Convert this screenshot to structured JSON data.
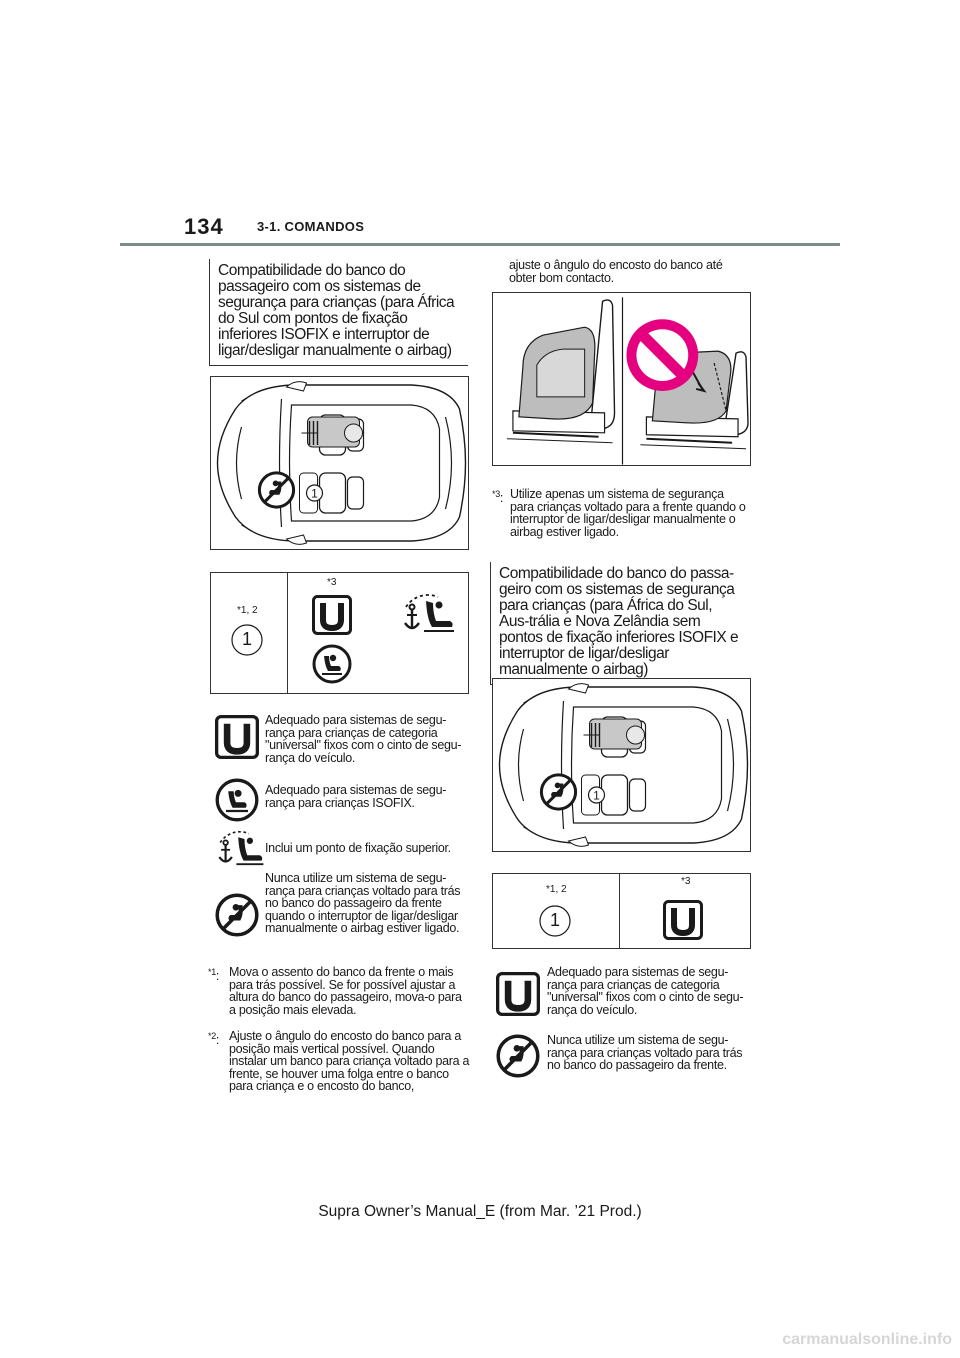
{
  "header": {
    "page_number": "134",
    "section": "3-1. COMANDOS"
  },
  "left": {
    "heading": "Compatibilidade do banco do passageiro com os sistemas de segurança para crianças (para África do Sul com pontos de fixação inferiores ISOFIX e interruptor de ligar/desligar manualmente o airbag)",
    "table": {
      "col1_note": "*1, 2",
      "col2_note": "*3",
      "badge": "1",
      "u_letter": "U"
    },
    "legend": [
      {
        "icon": "universal-u-icon",
        "text": "Adequado para sistemas de segu-rança para crianças de categoria \"universal\" fixos com o cinto de segu-rança do veículo."
      },
      {
        "icon": "isofix-seat-icon",
        "text": "Adequado para sistemas de segu-rança para crianças ISOFIX."
      },
      {
        "icon": "top-tether-anchor-icon",
        "text": "Inclui um ponto de fixação superior."
      },
      {
        "icon": "prohibited-rear-facing-icon",
        "text": "Nunca utilize um sistema de segu-rança para crianças voltado para trás no banco do passageiro da frente quando o interruptor de ligar/desligar manualmente o airbag estiver ligado."
      }
    ],
    "footnotes": [
      {
        "mark": "*1",
        "text": "Mova o assento do banco da frente o mais para trás possível. Se for possível ajustar a altura do banco do passageiro, mova-o para a posição mais elevada."
      },
      {
        "mark": "*2",
        "text": "Ajuste o ângulo do encosto do banco para a posição mais vertical possível. Quando instalar um banco para criança voltado para a frente, se houver uma folga entre o banco para criança e o encosto do banco,"
      }
    ]
  },
  "right": {
    "continuation": "ajuste o ângulo do encosto do banco até obter bom contacto.",
    "footnote3": {
      "mark": "*3",
      "text": "Utilize apenas um sistema de segurança para crianças voltado para a frente quando o interruptor de ligar/desligar manualmente o airbag estiver ligado."
    },
    "heading": "Compatibilidade do banco do passa-geiro com os sistemas de segurança para crianças (para África do Sul, Aus-trália e Nova Zelândia sem pontos de fixação inferiores ISOFIX e interruptor de ligar/desligar manualmente o airbag)",
    "table": {
      "col1_note": "*1, 2",
      "col2_note": "*3",
      "badge": "1",
      "u_letter": "U"
    },
    "legend": [
      {
        "icon": "universal-u-icon",
        "text": "Adequado para sistemas de segu-rança para crianças de categoria \"universal\" fixos com o cinto de segu-rança do veículo."
      },
      {
        "icon": "prohibited-rear-facing-icon",
        "text": "Nunca utilize um sistema de segu-rança para crianças voltado para trás no banco do passageiro da frente."
      }
    ]
  },
  "footer": {
    "text": "Supra Owner’s Manual_E (from Mar. ’21 Prod.)",
    "watermark": "carmanualsonline.info"
  },
  "colors": {
    "prohibited": "#e4007f",
    "rule": "#7d8c85",
    "seat_grey": "#bdbdbd"
  }
}
